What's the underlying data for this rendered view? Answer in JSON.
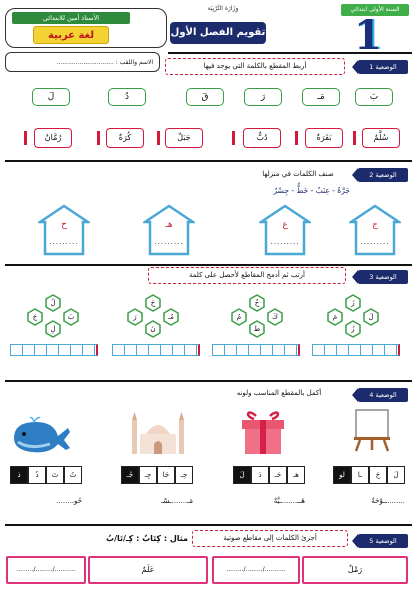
{
  "header": {
    "author": "الأستاذ أمين للابتدائي",
    "subject": "لغة عربية",
    "name_label": "الاسم واللقب : ..............................",
    "title": "تقويم الفصل الأول",
    "ministry": "وِزَارَة التَّرْبِيَة",
    "grade": "السنة الأولى ابتدائي",
    "grade_number": "1"
  },
  "colors": {
    "navy": "#1c2b6b",
    "green": "#3a9e46",
    "red": "#d41a3b",
    "pink": "#e0317a",
    "yellow": "#f3d233",
    "blue": "#4aa8d6"
  },
  "section1": {
    "badge": "الوضعية 1",
    "instruction": "أربط المقطع بالكلمة التي يوجد فيها",
    "syllables": [
      "بَ",
      "مَـ",
      "رَ",
      "قَ",
      "دُ",
      "لَ"
    ],
    "words": [
      "سُلَّمٌ",
      "بَقَرَةٌ",
      "دُبٌّ",
      "جَبَلٌ",
      "كُرَةٌ",
      "رُمَّانٌ"
    ]
  },
  "section2": {
    "badge": "الوضعية 2",
    "instruction": "صنف الكلمات في منزلها",
    "words_line": "جَرَّةٌ - عِنَبٌ - خَطٌّ - جِسْرٌ",
    "houses": [
      {
        "letter": "ج",
        "dots": "........."
      },
      {
        "letter": "ع",
        "dots": "........."
      },
      {
        "letter": "هـ",
        "dots": "........."
      },
      {
        "letter": "ح",
        "dots": "........."
      }
    ]
  },
  "section3": {
    "badge": "الوضعية 3",
    "instruction": "أرتب ثم أدمج المقاطع لأحصل على كلمة",
    "groups": [
      [
        "زَ",
        "مَ",
        "لَ",
        "زُ"
      ],
      [
        "خُ",
        "مُ",
        "كَ",
        "ط"
      ],
      [
        "حَ",
        "رَ",
        "مُـ",
        "نَ"
      ],
      [
        "لُ",
        "جَ",
        "بَ",
        "لِ"
      ]
    ]
  },
  "section4": {
    "badge": "الوضعية 4",
    "instruction": "أكمل بالمقطع المناسب ولونه",
    "items": [
      {
        "picture": "easel-icon",
        "cells": [
          "لَ",
          "حَ",
          "ـا",
          "لو"
        ],
        "word": "........ــوْحَةٌ"
      },
      {
        "picture": "gift-icon",
        "cells": [
          "هـ",
          "حَـ",
          "دَ",
          "لَ"
        ],
        "word": "هَــ.......ـيَّةٌ"
      },
      {
        "picture": "mosque-icon",
        "cells": [
          "حِـ",
          "جَا",
          "جِـ",
          "جُـ"
        ],
        "word": "مَـ.......ـسْـ"
      },
      {
        "picture": "whale-icon",
        "cells": [
          "تُ",
          "تَ",
          "ذُ",
          "ذ"
        ],
        "word": "حُو........"
      }
    ]
  },
  "section5": {
    "badge": "الوضعية 5",
    "instruction": "أجزئ الكلمات إلى مقاطع صوتية",
    "example": "مثال : كِتَابٌ : كِـ/تَا/بُ",
    "words": [
      "رَمْلٌ",
      ".........../........./.........",
      "عَلَمٌ",
      ".........../........./........."
    ]
  }
}
